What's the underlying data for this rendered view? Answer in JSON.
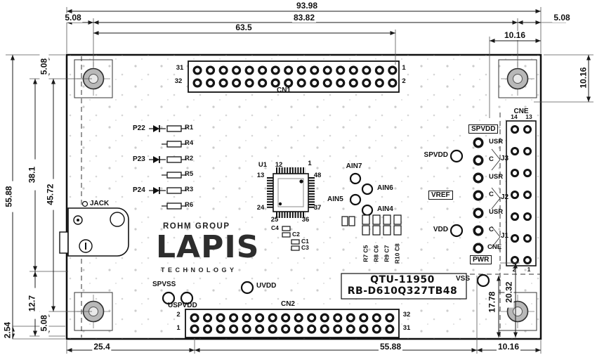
{
  "dims": {
    "total_width": "93.98",
    "inner_width": "83.82",
    "cn1_width": "63.5",
    "margin_top_left": "5.08",
    "margin_top_right": "5.08",
    "cne_offset_top": "10.16",
    "hole_offset_right": "10.16",
    "margin_left_top": "5.08",
    "h38": "38.1",
    "h4572": "45.72",
    "total_height": "55.88",
    "h127": "12.7",
    "h254": "2.54",
    "margin_left_bottom": "5.08",
    "bottom_left": "25.4",
    "bottom_center": "55.88",
    "bottom_right": "10.16",
    "right_1778": "17.78",
    "right_2032": "20.32"
  },
  "connectors": {
    "cn1": {
      "label": "CN1",
      "tl": "31",
      "bl": "32",
      "tr": "1",
      "br": "2"
    },
    "cn2": {
      "label": "CN2",
      "tl": "2",
      "bl": "1",
      "tr": "32",
      "br": "31"
    },
    "cne": {
      "label": "CNE",
      "tl": "14",
      "tr": "13",
      "bl": "2",
      "br": "1"
    }
  },
  "chip": {
    "ref": "U1",
    "top_left": "12",
    "top_right": "1",
    "left_top": "13",
    "right_top": "48",
    "left_bottom": "24",
    "right_bottom": "37",
    "bottom_left": "25",
    "bottom_right": "36"
  },
  "testpoints": {
    "tp1": "P22",
    "tp2": "P23",
    "tp3": "P24"
  },
  "resistors": {
    "r1": "R1",
    "r4": "R4",
    "r2": "R2",
    "r5": "R5",
    "r3": "R3",
    "r6": "R6"
  },
  "capacitors": {
    "c4": "C4",
    "c2": "C2",
    "c1": "C1",
    "c3": "C3"
  },
  "rc_strips": {
    "s1": "R7 C5",
    "s2": "R8 C6",
    "s3": "R9 C7",
    "s4": "R10 C8"
  },
  "analog": {
    "a7": "AIN7",
    "a6": "AIN6",
    "a5": "AIN5",
    "a4": "AIN4"
  },
  "jack_label": "JACK",
  "brand": {
    "group": "ROHM GROUP",
    "logo": "LAPIS",
    "sub": "TECHNOLOGY"
  },
  "header_block": {
    "spvdd": "SPVDD"
  },
  "jblock": {
    "rows": [
      "USR",
      "C",
      "USR",
      "C",
      "USR",
      "C",
      "CNE"
    ],
    "spvdd": "SPVDD",
    "vref": "VREF",
    "vdd": "VDD",
    "j3": "J3",
    "j2": "J2",
    "j1": "J1",
    "pwr": "PWR",
    "vss": "VSS"
  },
  "power": {
    "spvss": "SPVSS",
    "uspvdd": "USPVDD",
    "uvdd": "UVDD"
  },
  "part": {
    "line1": "QTU-11950",
    "line2": "RB-D610Q327TB48"
  }
}
